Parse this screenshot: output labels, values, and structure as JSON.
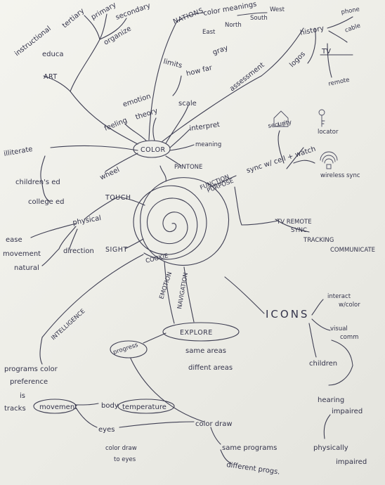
{
  "art_branch": {
    "tertiary": "tertiary",
    "primary": "primary",
    "secondary": "secondary",
    "organize": "organize",
    "instructional": "instructional",
    "educa": "educa",
    "art": "ART"
  },
  "nations_branch": {
    "nations": "NATIONS",
    "color_meanings": "color meanings",
    "east": "East",
    "north": "North",
    "south": "South",
    "west": "West"
  },
  "history_branch": {
    "history": "history",
    "phone": "phone",
    "cable": "cable",
    "logos": "logos",
    "tv": "TV",
    "remote": "remote"
  },
  "color_branch": {
    "limits": "limits",
    "gray": "gray",
    "how_far": "how far",
    "scale": "scale",
    "assessment": "assessment",
    "emotion": "emotion",
    "feeling": "feeling",
    "theory": "theory",
    "interpret": "interpret",
    "meaning": "meaning",
    "color": "COLOR",
    "pantone": "PANTONE",
    "wheel": "wheel"
  },
  "left_branch": {
    "illiterate": "illiterate",
    "childrens_ed": "children's ed",
    "college_ed": "college ed",
    "touch": "TOUCH",
    "physical": "physical",
    "ease": "ease",
    "movement": "movement",
    "natural": "natural",
    "direction": "direction",
    "sight": "SIGHT"
  },
  "function_branch": {
    "function": "FUNCTION",
    "purpose": "PURPOSE",
    "security": "security",
    "locator": "locator",
    "sync": "sync w/ cell + watch",
    "wireless_sync": "wireless sync",
    "tv_remote": "TV REMOTE",
    "sync2": "SYNC",
    "tracking": "TRACKING",
    "communicate": "COMMUNICATE"
  },
  "center": {
    "cookie": "COOKIE",
    "emotion": "EMOTION",
    "navigation": "NAVIGATION",
    "intelligence": "INTELLIGENCE"
  },
  "lower_branch": {
    "explore": "EXPLORE",
    "same_areas": "same areas",
    "different_areas": "diffent areas",
    "progress": "progress",
    "programs": "programs color",
    "preference": "preference",
    "is": "is",
    "tracks": "tracks",
    "movement": "movement",
    "body": "body",
    "temperature": "temperature",
    "eyes": "eyes",
    "color_draw": "color draw",
    "to_eyes": "to eyes",
    "color_draw2": "color draw",
    "same_programs": "same programs",
    "different_progs": "different progs."
  },
  "icons_branch": {
    "icons": "ICONS",
    "interact": "interact",
    "w_color": "w/color",
    "visual": "visual",
    "comm": "comm",
    "children": "children",
    "hearing": "hearing",
    "impaired": "impaired",
    "physically": "physically",
    "impaired2": "impaired"
  }
}
